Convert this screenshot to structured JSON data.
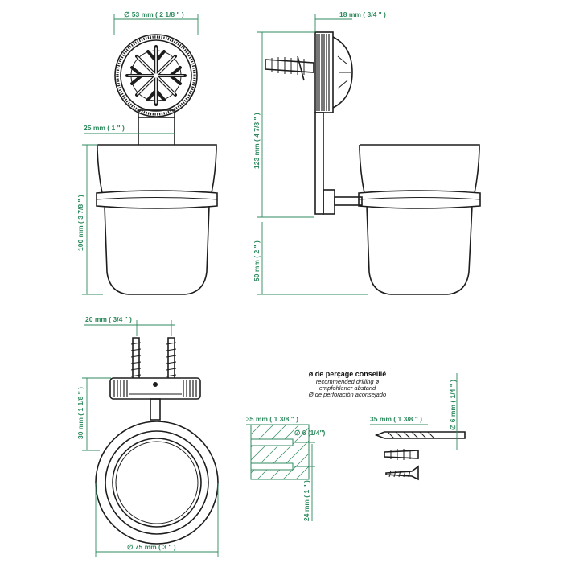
{
  "dimensions": {
    "rosette_diameter": "∅ 53 mm ( 2 1/8 \" )",
    "depth": "18 mm ( 3/4 \" )",
    "stem_width": "25 mm ( 1 \" )",
    "arm_height": "123 mm ( 4 7/8 \" )",
    "cup_height": "100 mm ( 3 7/8 \" )",
    "cup_offset": "50 mm ( 2 \" )",
    "screw_spacing": "20 mm ( 3/4 \" )",
    "top_depth": "30 mm ( 1 1/8 \" )",
    "ring_diameter": "∅ 75 mm ( 3 \" )",
    "drill_depth_a": "35 mm ( 1 3/8 \" )",
    "drill_diameter_a": "∅ 6 (1/4\")",
    "hole_spacing": "24 mm ( 1 \" )",
    "drill_depth_b": "35 mm ( 1 3/8 \" )",
    "drill_diameter_b": "∅ 6 mm ( 1/4 \" )"
  },
  "note": {
    "title": "ø de perçage conseillé",
    "en": "recommended drilling ø",
    "de": "empfohlener abstand",
    "es": "Ø de perforación aconsejado"
  },
  "colors": {
    "dimension": "#2e8a5e",
    "line": "#1d1d1d"
  }
}
